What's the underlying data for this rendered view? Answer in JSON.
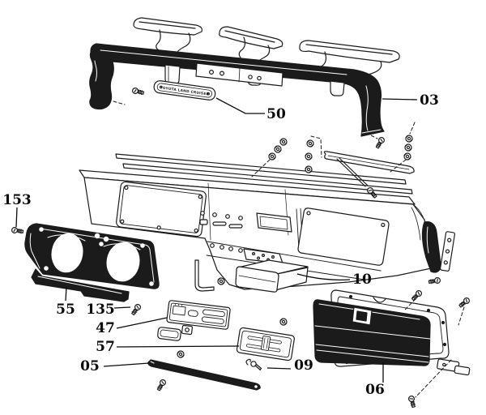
{
  "figure": {
    "background_color": "#ffffff",
    "ink_color": "#1b1b1b",
    "nameplate_text": "TOYOTA LAND CRUISER"
  },
  "callouts": {
    "c153": "153",
    "c50": "50",
    "c03": "03",
    "c55": "55",
    "c135": "135",
    "c47": "47",
    "c57": "57",
    "c05": "05",
    "c10": "10",
    "c09": "09",
    "c06": "06"
  }
}
